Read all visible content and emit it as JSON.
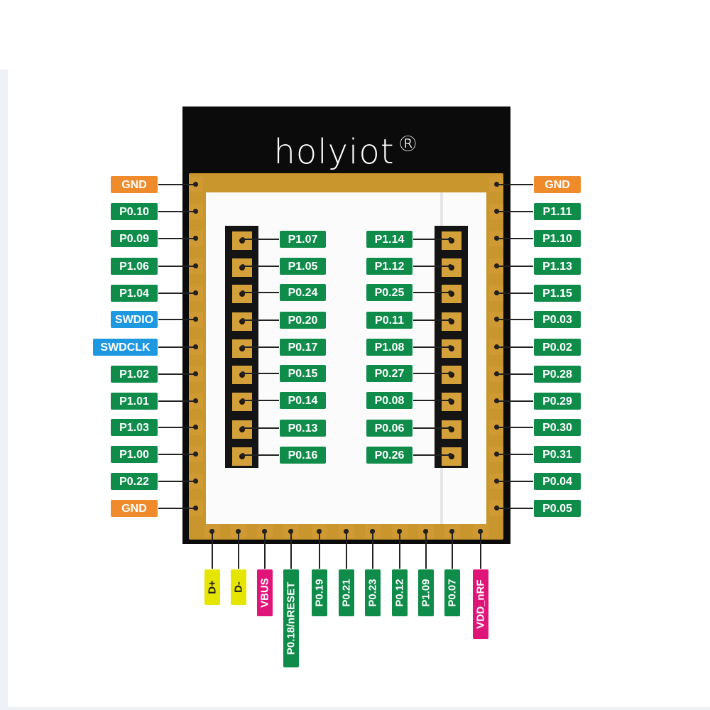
{
  "logo": {
    "text": "holyiot",
    "registered": "®"
  },
  "colors": {
    "green": "#0f8c4a",
    "orange": "#f08b2c",
    "blue": "#1e98e0",
    "magenta": "#e0157a",
    "yellow": "#e5e500",
    "board": "#c9962d"
  },
  "left_pins": [
    {
      "label": "GND",
      "color": "orange"
    },
    {
      "label": "P0.10",
      "color": "green"
    },
    {
      "label": "P0.09",
      "color": "green"
    },
    {
      "label": "P1.06",
      "color": "green"
    },
    {
      "label": "P1.04",
      "color": "green"
    },
    {
      "label": "SWDIO",
      "color": "blue"
    },
    {
      "label": "SWDCLK",
      "color": "blue"
    },
    {
      "label": "P1.02",
      "color": "green"
    },
    {
      "label": "P1.01",
      "color": "green"
    },
    {
      "label": "P1.03",
      "color": "green"
    },
    {
      "label": "P1.00",
      "color": "green"
    },
    {
      "label": "P0.22",
      "color": "green"
    },
    {
      "label": "GND",
      "color": "orange"
    }
  ],
  "right_pins": [
    {
      "label": "GND",
      "color": "orange"
    },
    {
      "label": "P1.11",
      "color": "green"
    },
    {
      "label": "P1.10",
      "color": "green"
    },
    {
      "label": "P1.13",
      "color": "green"
    },
    {
      "label": "P1.15",
      "color": "green"
    },
    {
      "label": "P0.03",
      "color": "green"
    },
    {
      "label": "P0.02",
      "color": "green"
    },
    {
      "label": "P0.28",
      "color": "green"
    },
    {
      "label": "P0.29",
      "color": "green"
    },
    {
      "label": "P0.30",
      "color": "green"
    },
    {
      "label": "P0.31",
      "color": "green"
    },
    {
      "label": "P0.04",
      "color": "green"
    },
    {
      "label": "P0.05",
      "color": "green"
    }
  ],
  "inner_left_pins": [
    "P1.07",
    "P1.05",
    "P0.24",
    "P0.20",
    "P0.17",
    "P0.15",
    "P0.14",
    "P0.13",
    "P0.16"
  ],
  "inner_right_pins": [
    "P1.14",
    "P1.12",
    "P0.25",
    "P0.11",
    "P1.08",
    "P0.27",
    "P0.08",
    "P0.06",
    "P0.26"
  ],
  "bottom_pins": [
    {
      "label": "D+",
      "color": "yellow"
    },
    {
      "label": "D-",
      "color": "yellow"
    },
    {
      "label": "VBUS",
      "color": "magenta"
    },
    {
      "label": "P0.18/nRESET",
      "color": "green"
    },
    {
      "label": "P0.19",
      "color": "green"
    },
    {
      "label": "P0.21",
      "color": "green"
    },
    {
      "label": "P0.23",
      "color": "green"
    },
    {
      "label": "P0.12",
      "color": "green"
    },
    {
      "label": "P1.09",
      "color": "green"
    },
    {
      "label": "P0.07",
      "color": "green"
    },
    {
      "label": "VDD_nRF",
      "color": "magenta"
    }
  ]
}
